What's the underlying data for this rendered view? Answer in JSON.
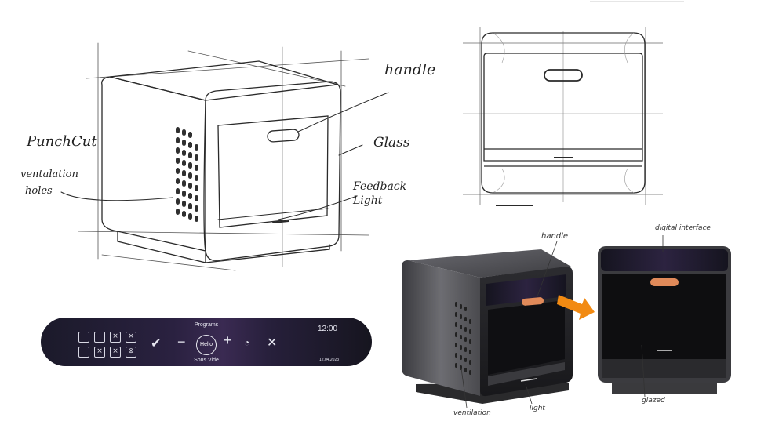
{
  "sketch_labels": {
    "handle_top": "handle",
    "punch_cut": "PunchCut",
    "ventilation_holes_line1": "ventalation",
    "ventilation_holes_line2": "holes",
    "glass": "Glass",
    "feedback_line1": "Feedback",
    "feedback_line2": "Light"
  },
  "control_panel": {
    "title": "Programs",
    "center_button": "Hello",
    "subtitle": "Sous Vide",
    "time": "12:00",
    "date": "12.04.2023",
    "pads": [
      "",
      "",
      "×",
      "×",
      "",
      "×",
      "×",
      "⊗"
    ]
  },
  "render_labels": {
    "handle": "handle",
    "digital_interface": "digital interface",
    "ventilation": "ventilation",
    "light": "light",
    "glazed": "glazed"
  },
  "colors": {
    "panel_dark": "#1b1a2a",
    "panel_glow": "#3a2a52",
    "handle_orange": "#e08a5a",
    "arrow_orange": "#f28a12",
    "body_grey": "#4a4a4e"
  }
}
